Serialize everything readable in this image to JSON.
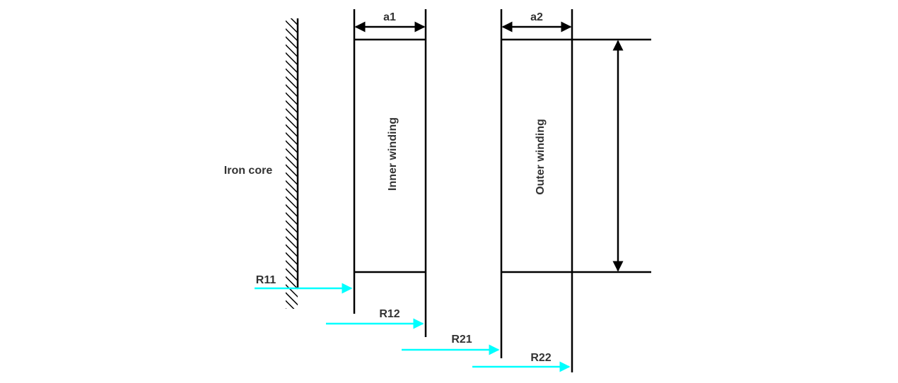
{
  "labels": {
    "a1": "a1",
    "a2": "a2",
    "iron_core": "Iron core",
    "inner_winding": "Inner winding",
    "outer_winding": "Outer winding",
    "r11": "R11",
    "r12": "R12",
    "r21": "R21",
    "r22": "R22"
  },
  "colors": {
    "line": "#000000",
    "text": "#333333",
    "radius_arrow": "#00FFFF"
  }
}
